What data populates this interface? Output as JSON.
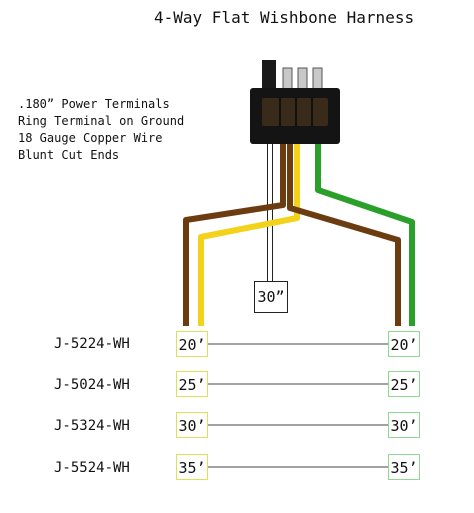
{
  "title": "4-Way Flat Wishbone Harness",
  "specs": [
    ".180” Power Terminals",
    "Ring Terminal on Ground",
    "18 Gauge Copper Wire",
    "Blunt Cut Ends"
  ],
  "center_length": "30”",
  "rows": [
    {
      "part": "J-5224-WH",
      "length_left": "20’",
      "length_right": "20’"
    },
    {
      "part": "J-5024-WH",
      "length_left": "25’",
      "length_right": "25’"
    },
    {
      "part": "J-5324-WH",
      "length_left": "30’",
      "length_right": "30’"
    },
    {
      "part": "J-5524-WH",
      "length_left": "35’",
      "length_right": "35’"
    }
  ],
  "wire_colors": {
    "brown": "#6b3c10",
    "yellow": "#f2d21a",
    "green": "#2aa02a",
    "white": "#ffffff"
  }
}
